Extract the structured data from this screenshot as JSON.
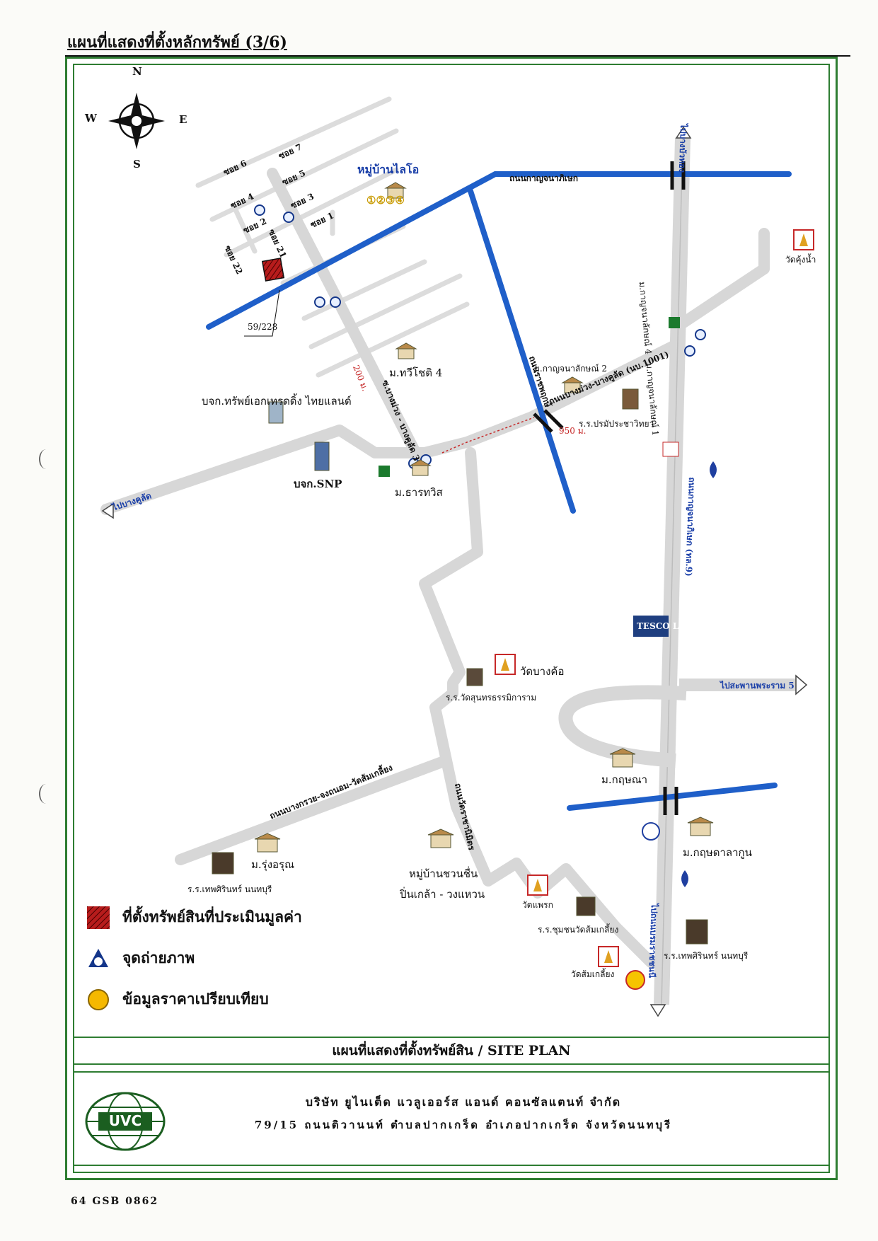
{
  "page": {
    "title": "แผนที่แสดงที่ตั้งหลักทรัพย์ (3/6)",
    "footer_code": "64 GSB 0862"
  },
  "compass": {
    "north": "N",
    "south": "S",
    "east": "E",
    "west": "W"
  },
  "map_labels": {
    "soi_7": "ซอย 7",
    "soi_6": "ซอย 6",
    "soi_5": "ซอย 5",
    "soi_4": "ซอย 4",
    "soi_3": "ซอย 3",
    "soi_2": "ซอย 2",
    "soi_1": "ซอย 1",
    "soi_21": "ซอย 21",
    "soi_22": "ซอย 22",
    "village_laiko": "หมู่บ้านไลโอ",
    "comp_numbers": "①②③④",
    "plot_no": "59/228",
    "m_thawichot4": "ม.ทวีโชติ 4",
    "m_kanyanaluk2": "ม.กาญจนาลักษณ์ 2",
    "road_bangmuang_bangkulat": "ถนนบางม่วง-บางคูลัด (นบ.1001)",
    "road_bangmuang_bangkulat3": "ซ.บางม่วง - บางคูลัด 3",
    "dist_200": "200 ม.",
    "dist_950": "950 ม.",
    "company_asset_thailand": "บจก.ทรัพย์เอกเทรดดิ้ง ไทยแลนด์",
    "company_snp": "บจก.SNP",
    "m_tharawin": "ม.ธารทวิส",
    "to_bangkulat": "ไปบางคูลัด",
    "school_pramuk": "ร.ร.ปรมัประชาวิทยา",
    "wat_khunnok": "วัดคุ้งน้ำ",
    "highway_9": "ถนนกาญจนาภิเษก (ทล.9)",
    "tesco_lotus": "TESCO Lotus",
    "wat_bangkhae": "วัดบางค้อ",
    "school_wat_suan": "ร.ร.วัดสุนทรธรรมิการาม",
    "to_pak_kret": "ไปสะพานพระราม 5",
    "m_kritsana": "ม.กฤษณา",
    "road_bang_kruai": "ถนนบางกรวย-จงถนอม-วัดส้มเกลี้ยง",
    "road_wat_ratchanikom": "ถนนวัดราชานิมิตร",
    "m_rungarun": "ม.รุ่งอรุณ",
    "school_thepsirin_1": "ร.ร.เทพศิรินทร์ นนทบุรี",
    "village_suan_chuen_1": "หมู่บ้านชวนชื่น",
    "village_suan_chuen_2": "ปิ่นเกล้า - วงแหวน",
    "m_kritsana_lagoon": "ม.กฤษดาลากูน",
    "wat_praek": "วัดแพรก",
    "school_chumchon": "ร.ร.ชุมชนวัดส้มเกลี้ยง",
    "wat_som_kliang": "วัดส้มเกลี้ยง",
    "school_thepsirin_2": "ร.ร.เทพศิรินทร์ นนทบุรี",
    "to_bangbuathong": "ไปบางบัวทอง",
    "to_south": "ไปถนนบรมราชชนนี",
    "road_top": "ถนนกาญจนาภิเษก",
    "road_ratchaphruek": "ถนนราชพฤกษ์",
    "m_kanchanaluk4": "ม.กาญจนาลักษณ์ 4",
    "m_kanchanaluk1": "ม.กาญจนาลักษณ์ 1"
  },
  "legend": {
    "subject": "ที่ตั้งทรัพย์สินที่ประเมินมูลค่า",
    "photo": "จุดถ่ายภาพ",
    "comparable": "ข้อมูลราคาเปรียบเทียบ"
  },
  "colors": {
    "frame": "#2e7d32",
    "expressway": "#1f5fc9",
    "road": "#d7d7d7",
    "subject": "#b71c1c"
  },
  "site_plan_caption": "แผนที่แสดงที่ตั้งทรัพย์สิน / SITE PLAN",
  "company": {
    "logo": "UVC",
    "name": "บริษัท ยูไนเต็ด แวลูเออร์ส แอนด์ คอนซัลแตนท์ จำกัด",
    "address": "79/15 ถนนติวานนท์ ตำบลปากเกร็ด อำเภอปากเกร็ด จังหวัดนนทบุรี"
  }
}
